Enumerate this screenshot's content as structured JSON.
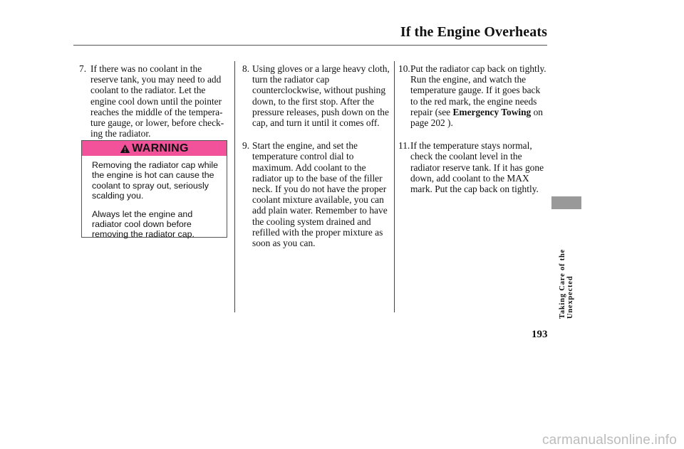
{
  "header": {
    "title": "If the Engine Overheats"
  },
  "steps_col1": [
    {
      "num": "7.",
      "text": "If there was no coolant in the reserve tank, you may need to add coolant to the radiator. Let the engine cool down until the pointer reaches the middle of the tempera-ture gauge, or lower, before check-ing the radiator."
    }
  ],
  "warning": {
    "label": "WARNING",
    "para1": "Removing the radiator cap while the engine is hot can cause the coolant to spray out, seriously scalding you.",
    "para2": "Always let the engine and radiator cool down before removing the radiator cap."
  },
  "steps_col2": [
    {
      "num": "8.",
      "text": "Using gloves or a large heavy cloth, turn the radiator cap counterclockwise, without pushing down, to the first stop. After the pressure releases, push down on the cap, and turn it until it comes off."
    },
    {
      "num": "9.",
      "text": "Start the engine, and set the temperature control dial to maximum. Add coolant to the radiator up to the base of the filler neck. If you do not have the proper coolant mixture available, you can add plain water. Remember to have the cooling system drained and refilled with the proper mixture as soon as you can."
    }
  ],
  "steps_col3": [
    {
      "num": "10.",
      "text_a": "Put the radiator cap back on tightly. Run the engine, and watch the temperature gauge. If it goes back to the red mark, the engine needs repair (see",
      "ref": "Emergency Towing",
      "text_b": "on page 202 )."
    },
    {
      "num": "11.",
      "text": "If the temperature stays normal, check the coolant level in the radiator reserve tank. If it has gone down, add coolant to the MAX mark. Put the cap back on tightly."
    }
  ],
  "side_label": "Taking Care of the Unexpected",
  "page_number": "193",
  "watermark": "carmanualsonline.info",
  "colors": {
    "warning_bar": "#f2529a",
    "side_tab": "#999999"
  }
}
